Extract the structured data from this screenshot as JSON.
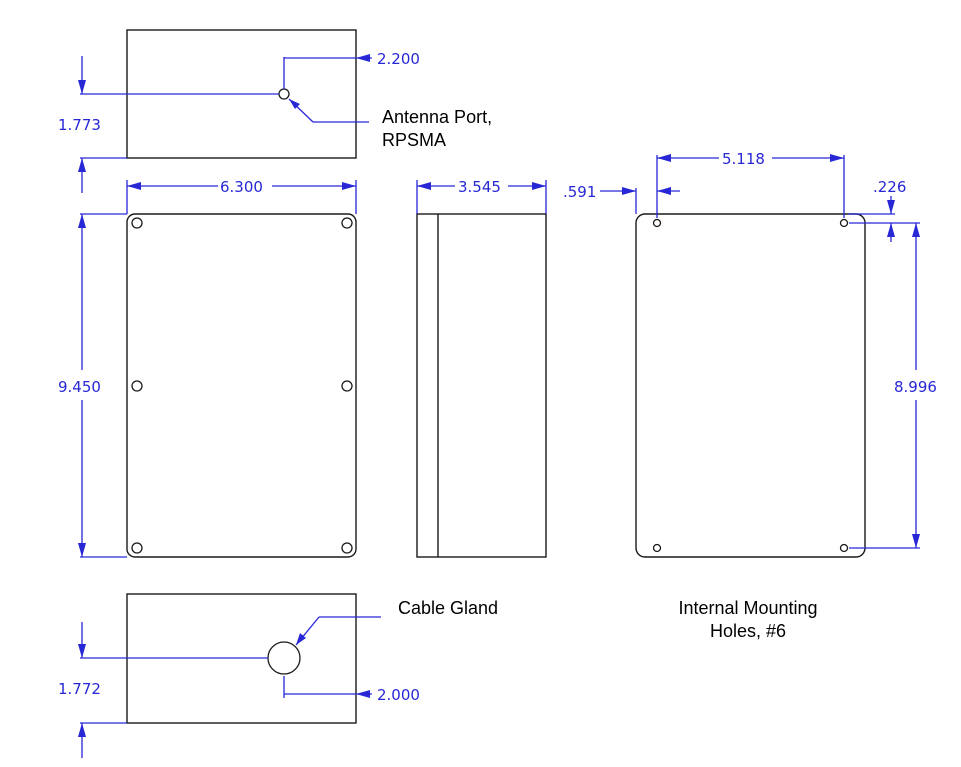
{
  "dimensions": {
    "antenna_offset": "2.200",
    "top_view_height": "1.773",
    "front_width": "6.300",
    "front_height": "9.450",
    "side_depth": "3.545",
    "inner_left_offset": ".591",
    "inner_hole_spacing_x": "5.118",
    "inner_top_offset": ".226",
    "inner_hole_spacing_y": "8.996",
    "bottom_view_height": "1.772",
    "gland_offset": "2.000"
  },
  "callouts": {
    "antenna_line1": "Antenna Port,",
    "antenna_line2": "RPSMA",
    "cable_gland": "Cable Gland",
    "mounting_line1": "Internal Mounting",
    "mounting_line2": "Holes, #6"
  },
  "colors": {
    "dimension": "#2727d6",
    "outline": "#1a1a1a"
  }
}
